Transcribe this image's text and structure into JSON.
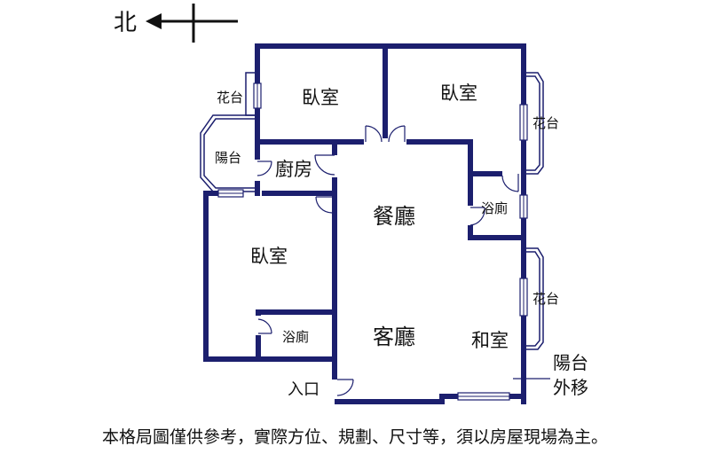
{
  "compass": {
    "north_label": "北"
  },
  "rooms": {
    "bedroom_top_left": "臥室",
    "bedroom_top_right": "臥室",
    "bedroom_left": "臥室",
    "kitchen": "廚房",
    "dining_room": "餐廳",
    "living_room": "客廳",
    "bathroom_right": "浴廁",
    "bathroom_left": "浴廁",
    "tatami_room": "和室",
    "balcony_left": "陽台",
    "planter_left": "花台",
    "planter_right_top": "花台",
    "planter_right_bottom": "花台",
    "entrance": "入口",
    "balcony_moved_line1": "陽台",
    "balcony_moved_line2": "外移"
  },
  "disclaimer": "本格局圖僅供參考，實際方位、規劃、尺寸等，須以房屋現場為主。",
  "colors": {
    "wall": "#1c1f6e",
    "text": "#111111",
    "background": "#ffffff"
  }
}
